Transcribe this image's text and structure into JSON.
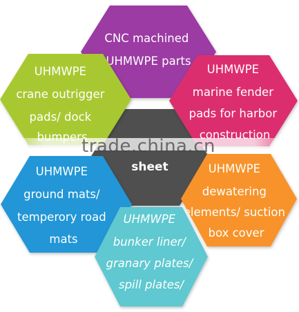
{
  "hexagons": {
    "top": {
      "color": "#9b3aa3",
      "lines": [
        "CNC machined",
        "UHMWPE parts"
      ]
    },
    "upper_left": {
      "color": "#a8c832",
      "lines": [
        "UHMWPE",
        "crane outrigger",
        "pads/ dock",
        "bumpers"
      ]
    },
    "upper_right": {
      "color": "#dc2f6e",
      "lines": [
        "UHMWPE",
        "marine fender",
        "pads for harbor",
        "construction"
      ]
    },
    "center": {
      "color": "#505050",
      "lines": [
        "sheet"
      ]
    },
    "lower_left": {
      "color": "#2196d6",
      "lines": [
        "UHMWPE",
        "ground mats/",
        "temperory road",
        "mats"
      ]
    },
    "lower_right": {
      "color": "#f7932a",
      "lines": [
        "UHMWPE",
        "dewatering",
        "elements/ suction",
        "box cover"
      ]
    },
    "bottom": {
      "color": "#5ec8d0",
      "lines": [
        "UHMWPE",
        "bunker liner/",
        "granary plates/",
        "spill plates/"
      ]
    }
  },
  "watermark": "trade.china.cn"
}
